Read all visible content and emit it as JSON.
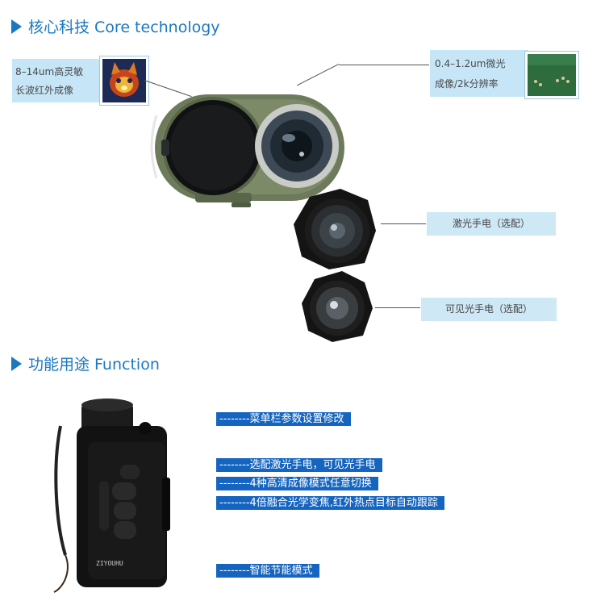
{
  "sections": {
    "core": "核心科技 Core technology",
    "function": "功能用途 Function"
  },
  "callouts": {
    "thermal": {
      "line1": "8–14um高灵敏",
      "line2": "长波红外成像"
    },
    "lowlight": {
      "line1": "0.4–1.2um微光",
      "line2": "成像/2k分辨率"
    },
    "laser": "激光手电（选配）",
    "visible": "可见光手电（选配）"
  },
  "device": {
    "brand": "ZIYOUHU"
  },
  "functions": [
    "--------菜单栏参数设置修改",
    "--------选配激光手电，可见光手电",
    "--------4种高清成像模式任意切换",
    "--------4倍融合光学变焦,红外热点目标自动跟踪",
    "--------智能节能模式"
  ],
  "colors": {
    "accent": "#1a78c2",
    "bar": "#1565c0",
    "callout": "#c6e6f7",
    "body_green": "#6d7a5b"
  }
}
